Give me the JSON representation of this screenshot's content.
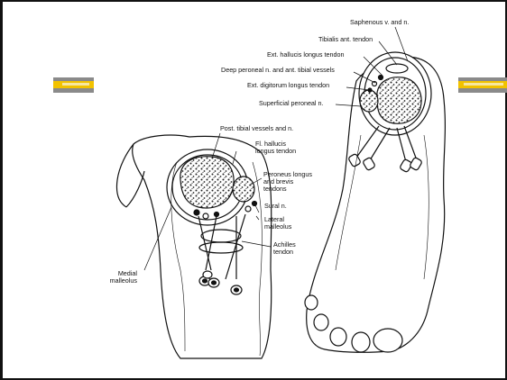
{
  "labels": {
    "saphenous": "Saphenous v. and n.",
    "tibialis_ant": "Tibialis ant. tendon",
    "ext_hallucis": "Ext. hallucis longus tendon",
    "deep_peroneal": "Deep peroneal n. and ant. tibial vessels",
    "ext_digitorum": "Ext. digitorum longus tendon",
    "superficial_peroneal": "Superficial peroneal n.",
    "post_tibial": "Post. tibial vessels and n.",
    "fl_hallucis": "Fl. hallucis\nlongus tendon",
    "peroneus": "Peroneus longus\nand brevis\ntendons",
    "sural": "Sural n.",
    "lateral_malleolus": "Lateral\nmalleolus",
    "achilles": "Achilles\ntendon",
    "medial_malleolus": "Medial\nmalleolus"
  },
  "colors": {
    "stripe_gold": "#f2c200",
    "stripe_light": "#f7e7a0",
    "stripe_dark": "#8a8a8a",
    "ink": "#111111"
  }
}
